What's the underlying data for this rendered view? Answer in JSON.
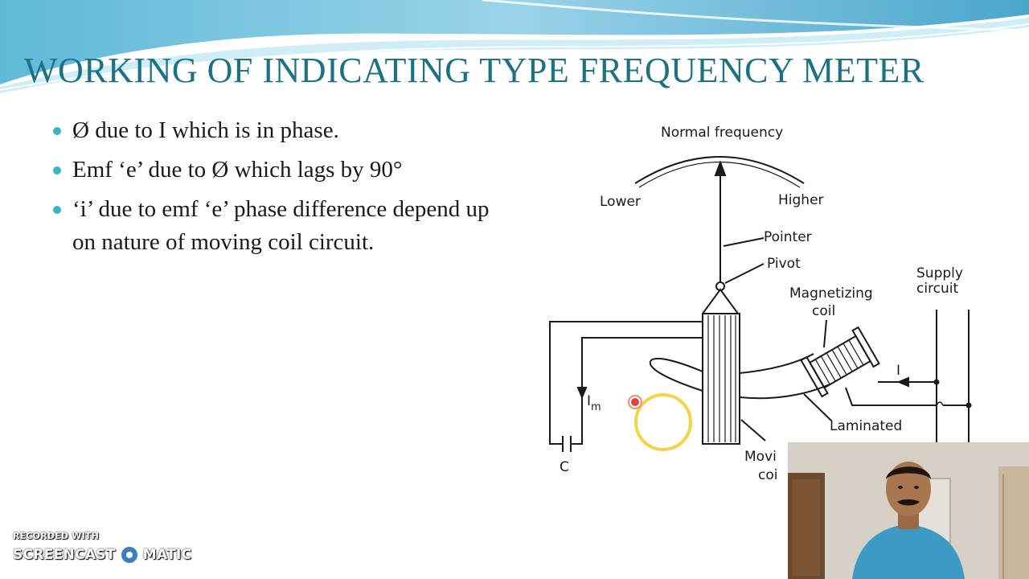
{
  "slide": {
    "title": "WORKING  OF INDICATING TYPE FREQUENCY METER",
    "bullets": [
      "Ø due to I which is in phase.",
      "Emf  ‘e’ due to Ø which lags by 90°",
      "‘i’ due to emf ‘e’ phase difference depend up on nature of moving coil circuit."
    ]
  },
  "diagram": {
    "labels": {
      "normal_frequency": "Normal frequency",
      "lower": "Lower",
      "higher": "Higher",
      "pointer": "Pointer",
      "pivot": "Pivot",
      "magnetizing_coil_1": "Magnetizing",
      "magnetizing_coil_2": "coil",
      "supply_circuit_1": "Supply",
      "supply_circuit_2": "circuit",
      "current_i": "I",
      "current_im": "I",
      "current_im_sub": "m",
      "laminated": "Laminated",
      "moving_coil_1": "Movi",
      "moving_coil_2": "coi",
      "capacitor": "C"
    }
  },
  "watermark": {
    "line1": "RECORDED WITH",
    "brand_left": "SCREENCAST",
    "brand_right": "MATIC"
  },
  "colors": {
    "title": "#1d7184",
    "bullet": "#3ab3c4",
    "cursor_ring": "#f3d23a",
    "cursor_dot": "#e0413b"
  }
}
